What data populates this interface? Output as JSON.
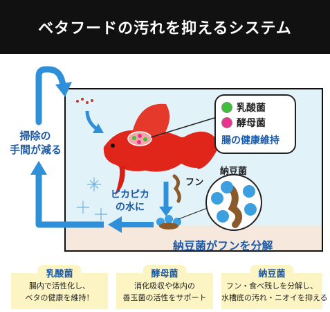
{
  "header": {
    "title": "ベタフードの汚れを抑えるシステム"
  },
  "side_label": {
    "line1": "掃除の",
    "line2": "手間が減る"
  },
  "legend": {
    "items": [
      {
        "label": "乳酸菌",
        "color": "#3fbf3a"
      },
      {
        "label": "酵母菌",
        "color": "#e8338f"
      }
    ],
    "caption": "腸の健康維持"
  },
  "labels": {
    "natto": "納豆菌",
    "fun": "フン",
    "pika_line1": "ピカピカ",
    "pika_line2": "の水に",
    "decompose": "納豆菌がフンを分解"
  },
  "cards": [
    {
      "title": "乳酸菌",
      "line1": "腸内で活性化し、",
      "line2": "ベタの健康を維持！"
    },
    {
      "title": "酵母菌",
      "line1": "消化吸収や体内の",
      "line2": "善玉菌の活性をサポート"
    },
    {
      "title": "納豆菌",
      "line1": "フン・食べ残しを分解し、",
      "line2": "水槽底の汚れ・ニオイを抑える"
    }
  ],
  "colors": {
    "accent_blue": "#1b5aa8",
    "arrow_blue": "#2f8fd8",
    "fish_red": "#e0261b",
    "card_bg": "#fcf4c3",
    "header_bg": "#111111"
  }
}
